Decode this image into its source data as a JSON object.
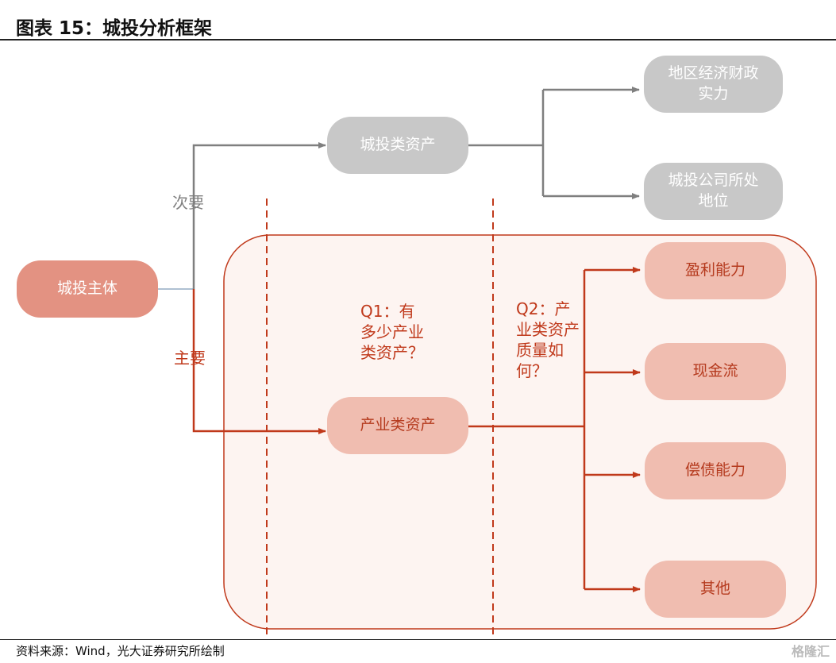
{
  "header": {
    "title": "图表 15：城投分析框架"
  },
  "footer": {
    "source": "资料来源：Wind，光大证券研究所绘制",
    "watermark": "格隆汇"
  },
  "colors": {
    "red_line": "#c0391b",
    "gray_line": "#7f7f7f",
    "main_node": "#e39282",
    "salmon_node": "#f0bdb0",
    "gray_node": "#c8c8c8"
  },
  "nodes": {
    "entity": "城投主体",
    "secondary_assets": "城投类资产",
    "regional_strength": "地区经济财政实力",
    "company_position": "城投公司所处地位",
    "industrial_assets": "产业类资产",
    "profitability": "盈利能力",
    "cash_flow": "现金流",
    "solvency": "偿债能力",
    "other": "其他"
  },
  "labels": {
    "secondary": "次要",
    "primary": "主要",
    "q1": "Q1：有多少产业类资产？",
    "q2": "Q2：产业类资产质量如何？"
  }
}
